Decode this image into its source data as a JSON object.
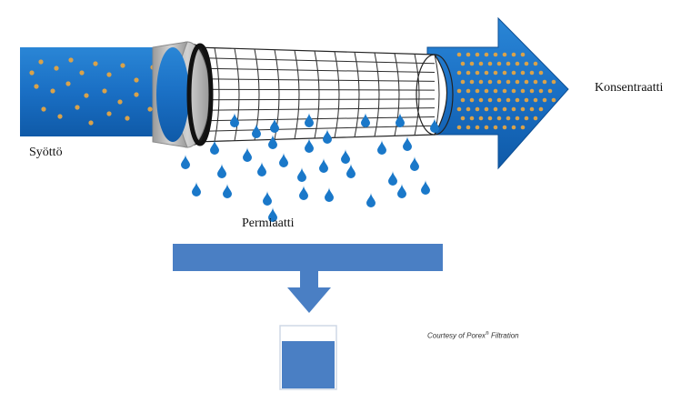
{
  "labels": {
    "feed": "Syöttö",
    "concentrate": "Konsentraatti",
    "permeate": "Permiaatti",
    "credit_prefix": "Courtesy of Porex",
    "credit_mark": "®",
    "credit_suffix": " Filtration"
  },
  "colors": {
    "flow_blue": "#1a6fc4",
    "flow_blue_dark": "#0f5aa8",
    "particle": "#d9a24a",
    "membrane_fill": "#ffffff",
    "membrane_grid": "#333333",
    "end_cap": "#b8b8b8",
    "end_ring": "#1a1a1a",
    "droplet": "#1a78c9",
    "collector": "#4a7fc4"
  },
  "icons": {
    "feed_arrow": "feed-arrow-icon",
    "concentrate_arrow": "concentrate-arrow-icon",
    "membrane": "membrane-cylinder-icon",
    "droplet": "water-droplet-icon",
    "collector": "collector-tray-icon",
    "beaker": "beaker-icon"
  }
}
